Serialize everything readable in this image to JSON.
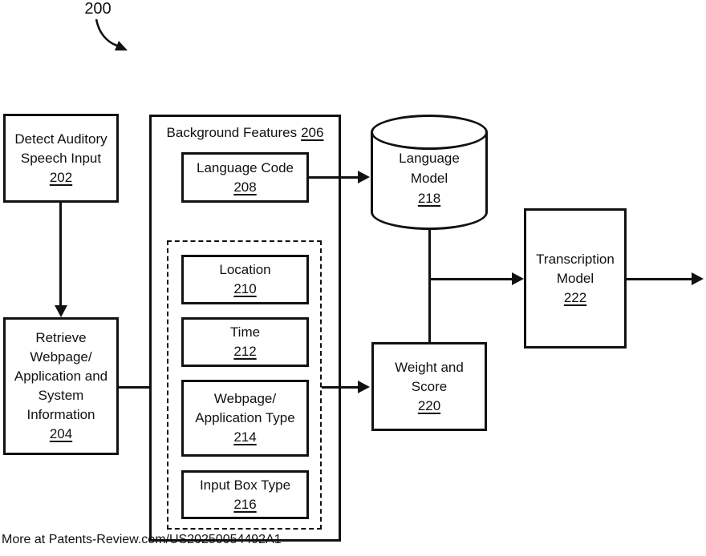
{
  "figure": {
    "label": "200"
  },
  "watermark": "More at Patents-Review.com/US20250054492A1",
  "colors": {
    "ink": "#111111",
    "background": "#ffffff"
  },
  "nodes": {
    "detect": {
      "label": "Detect Auditory\nSpeech Input",
      "ref": "202"
    },
    "retrieve": {
      "label": "Retrieve\nWebpage/\nApplication and\nSystem\nInformation",
      "ref": "204"
    },
    "background_features": {
      "label": "Background Features",
      "ref": "206"
    },
    "language_code": {
      "label": "Language Code",
      "ref": "208"
    },
    "location": {
      "label": "Location",
      "ref": "210"
    },
    "time": {
      "label": "Time",
      "ref": "212"
    },
    "webpage_type": {
      "label": "Webpage/\nApplication Type",
      "ref": "214"
    },
    "input_box_type": {
      "label": "Input Box Type",
      "ref": "216"
    },
    "language_model": {
      "label": "Language\nModel",
      "ref": "218"
    },
    "weight_score": {
      "label": "Weight and\nScore",
      "ref": "220"
    },
    "transcription": {
      "label": "Transcription\nModel",
      "ref": "222"
    }
  }
}
